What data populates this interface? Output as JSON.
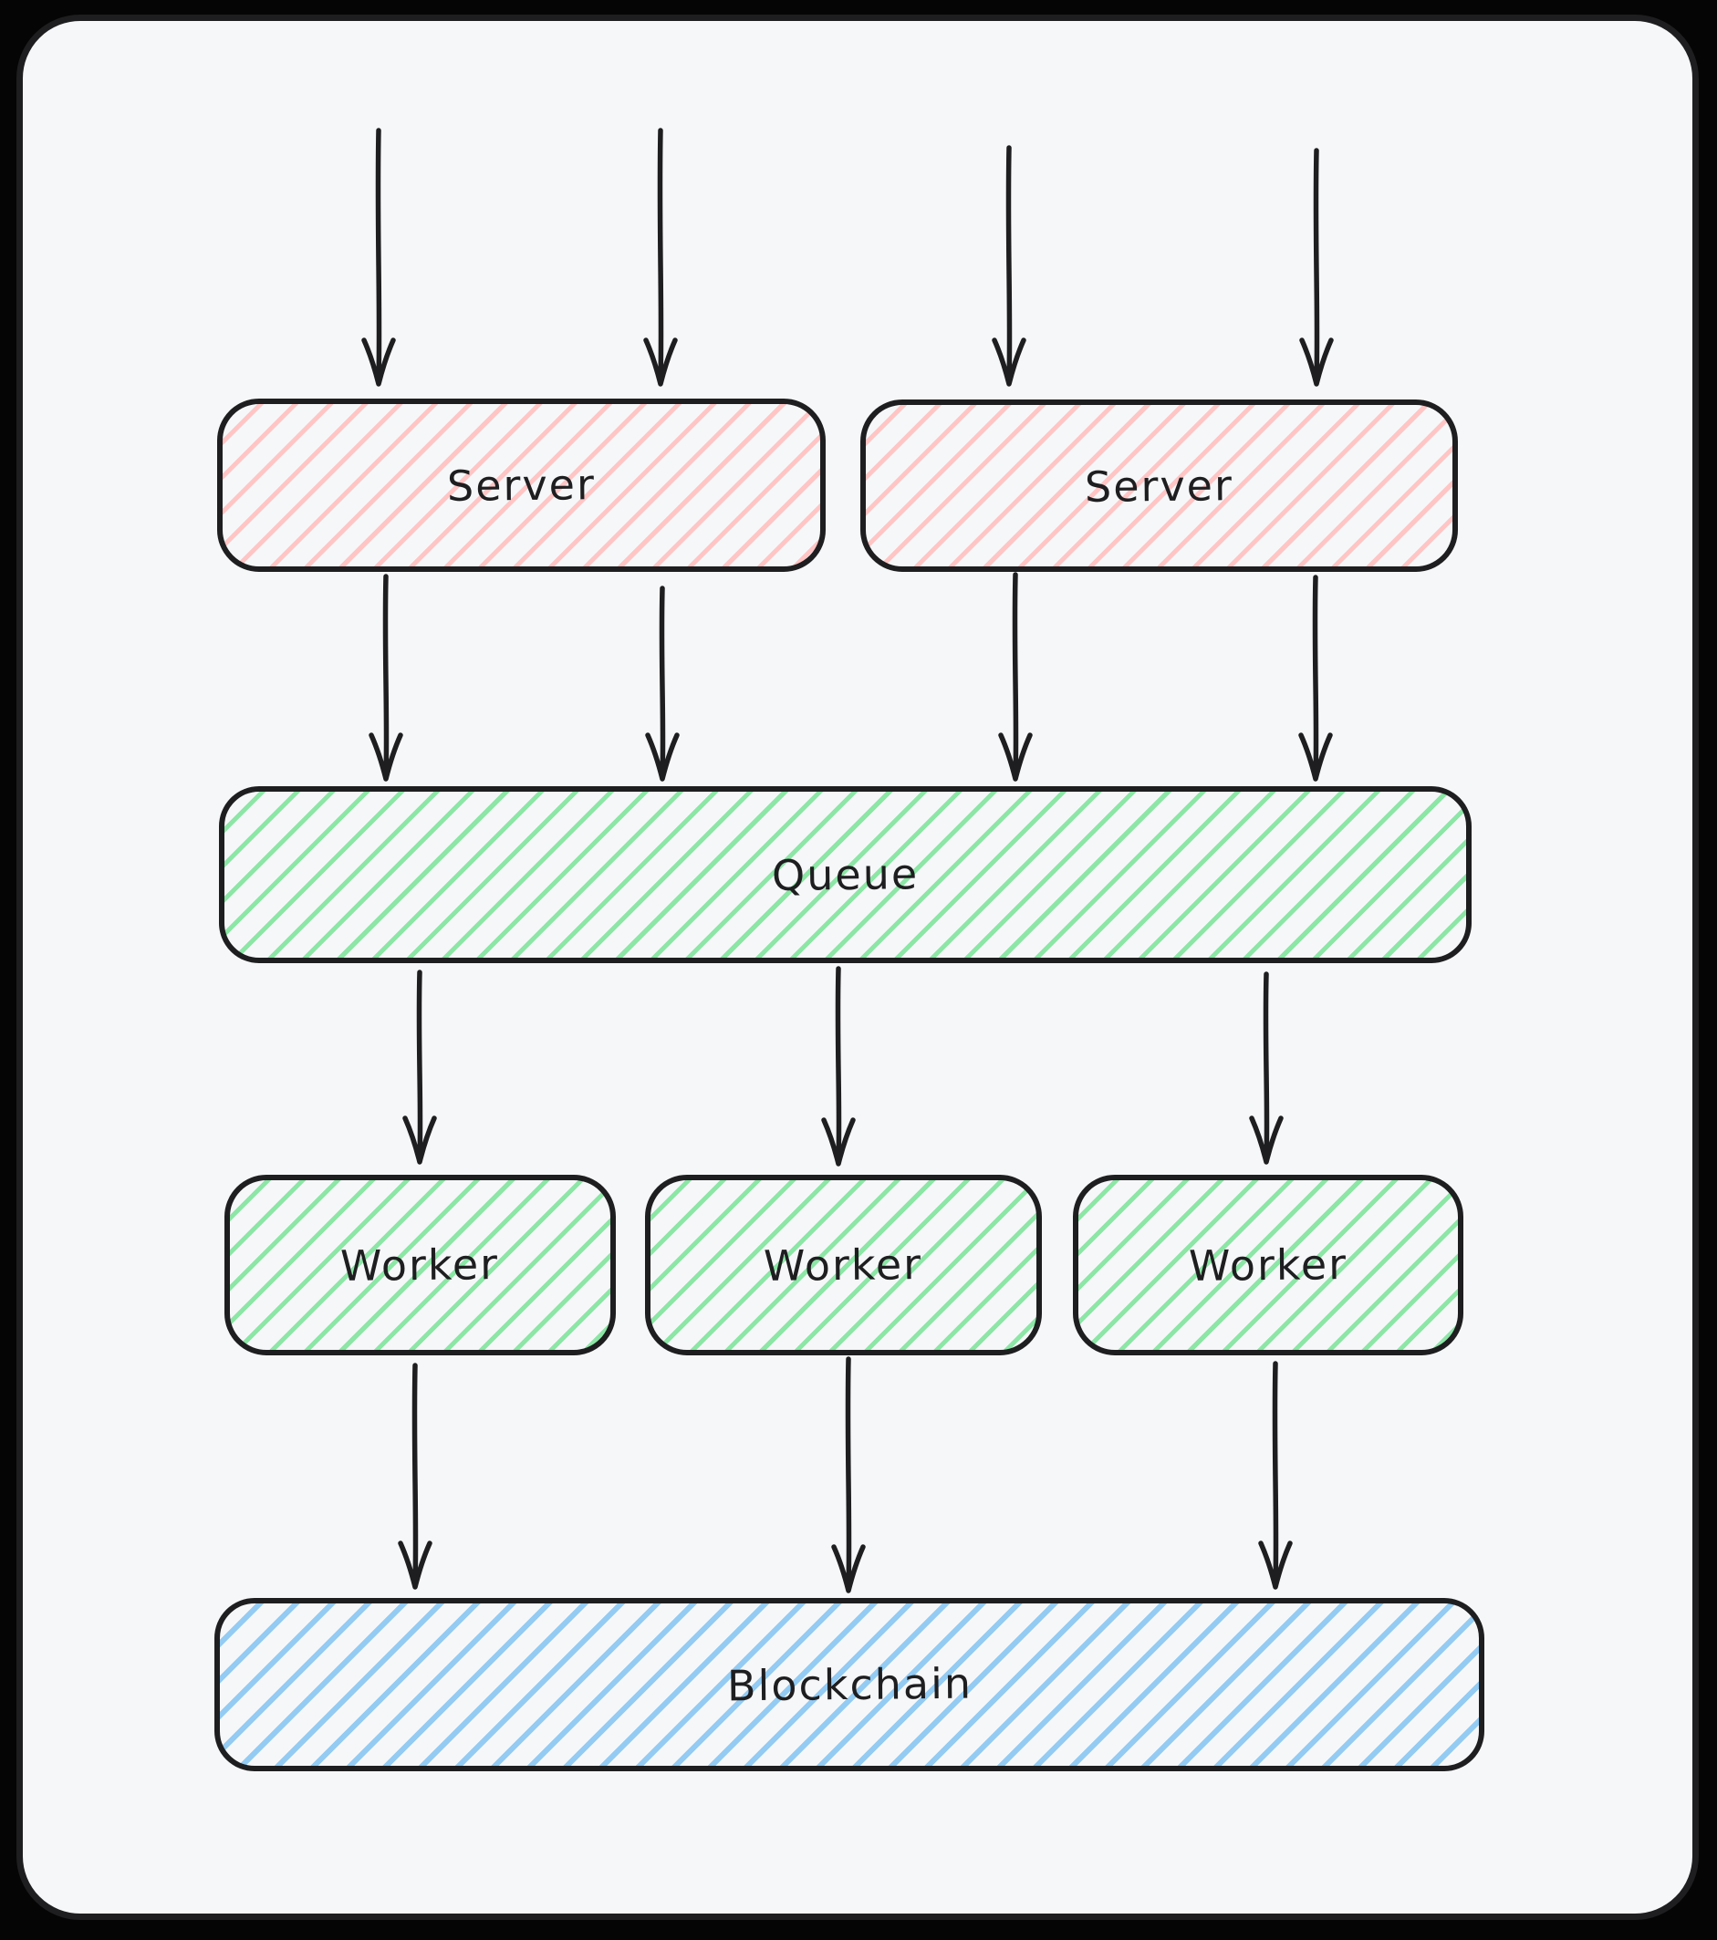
{
  "diagram": {
    "type": "architecture-flow",
    "nodes": {
      "servers": [
        {
          "label": "Server"
        },
        {
          "label": "Server"
        }
      ],
      "queue": {
        "label": "Queue"
      },
      "workers": [
        {
          "label": "Worker"
        },
        {
          "label": "Worker"
        },
        {
          "label": "Worker"
        }
      ],
      "blockchain": {
        "label": "Blockchain"
      }
    },
    "edges": [
      {
        "from": "incoming",
        "to": "server-1",
        "count": 2
      },
      {
        "from": "incoming",
        "to": "server-2",
        "count": 2
      },
      {
        "from": "server-1",
        "to": "queue",
        "count": 2
      },
      {
        "from": "server-2",
        "to": "queue",
        "count": 2
      },
      {
        "from": "queue",
        "to": "worker-1",
        "count": 1
      },
      {
        "from": "queue",
        "to": "worker-2",
        "count": 1
      },
      {
        "from": "queue",
        "to": "worker-3",
        "count": 1
      },
      {
        "from": "worker-1",
        "to": "blockchain",
        "count": 1
      },
      {
        "from": "worker-2",
        "to": "blockchain",
        "count": 1
      },
      {
        "from": "worker-3",
        "to": "blockchain",
        "count": 1
      }
    ],
    "colors": {
      "stroke": "#1e1e20",
      "server_hatch": "#ffc5c5",
      "queue_hatch": "#8ce6a5",
      "worker_hatch": "#8ce6a5",
      "blockchain_hatch": "#93cbf3",
      "canvas": "#f6f7f9",
      "outer_background": "#050505"
    }
  }
}
